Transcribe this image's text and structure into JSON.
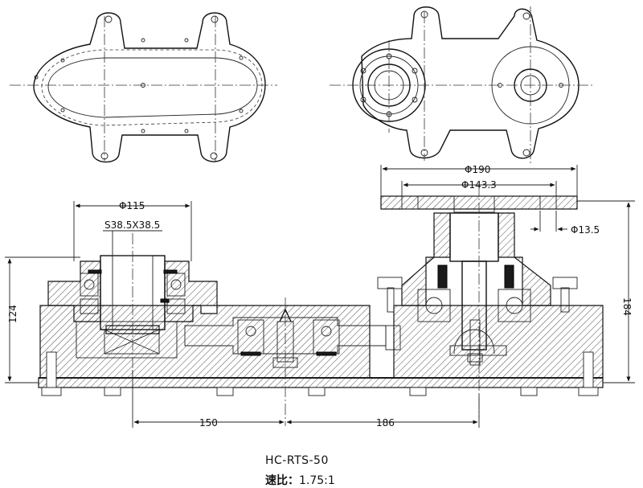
{
  "drawing": {
    "model": "HC-RTS-50",
    "ratio_label": "速比：",
    "ratio_value": "1.75:1",
    "dimensions": {
      "flange_outer": "Φ190",
      "flange_bolt_circle": "Φ143.3",
      "bolt_hole": "Φ13.5",
      "input_diameter": "Φ115",
      "spline": "S38.5X38.5",
      "left_height": "124",
      "right_height": "184",
      "left_distance": "150",
      "right_distance": "186"
    }
  }
}
